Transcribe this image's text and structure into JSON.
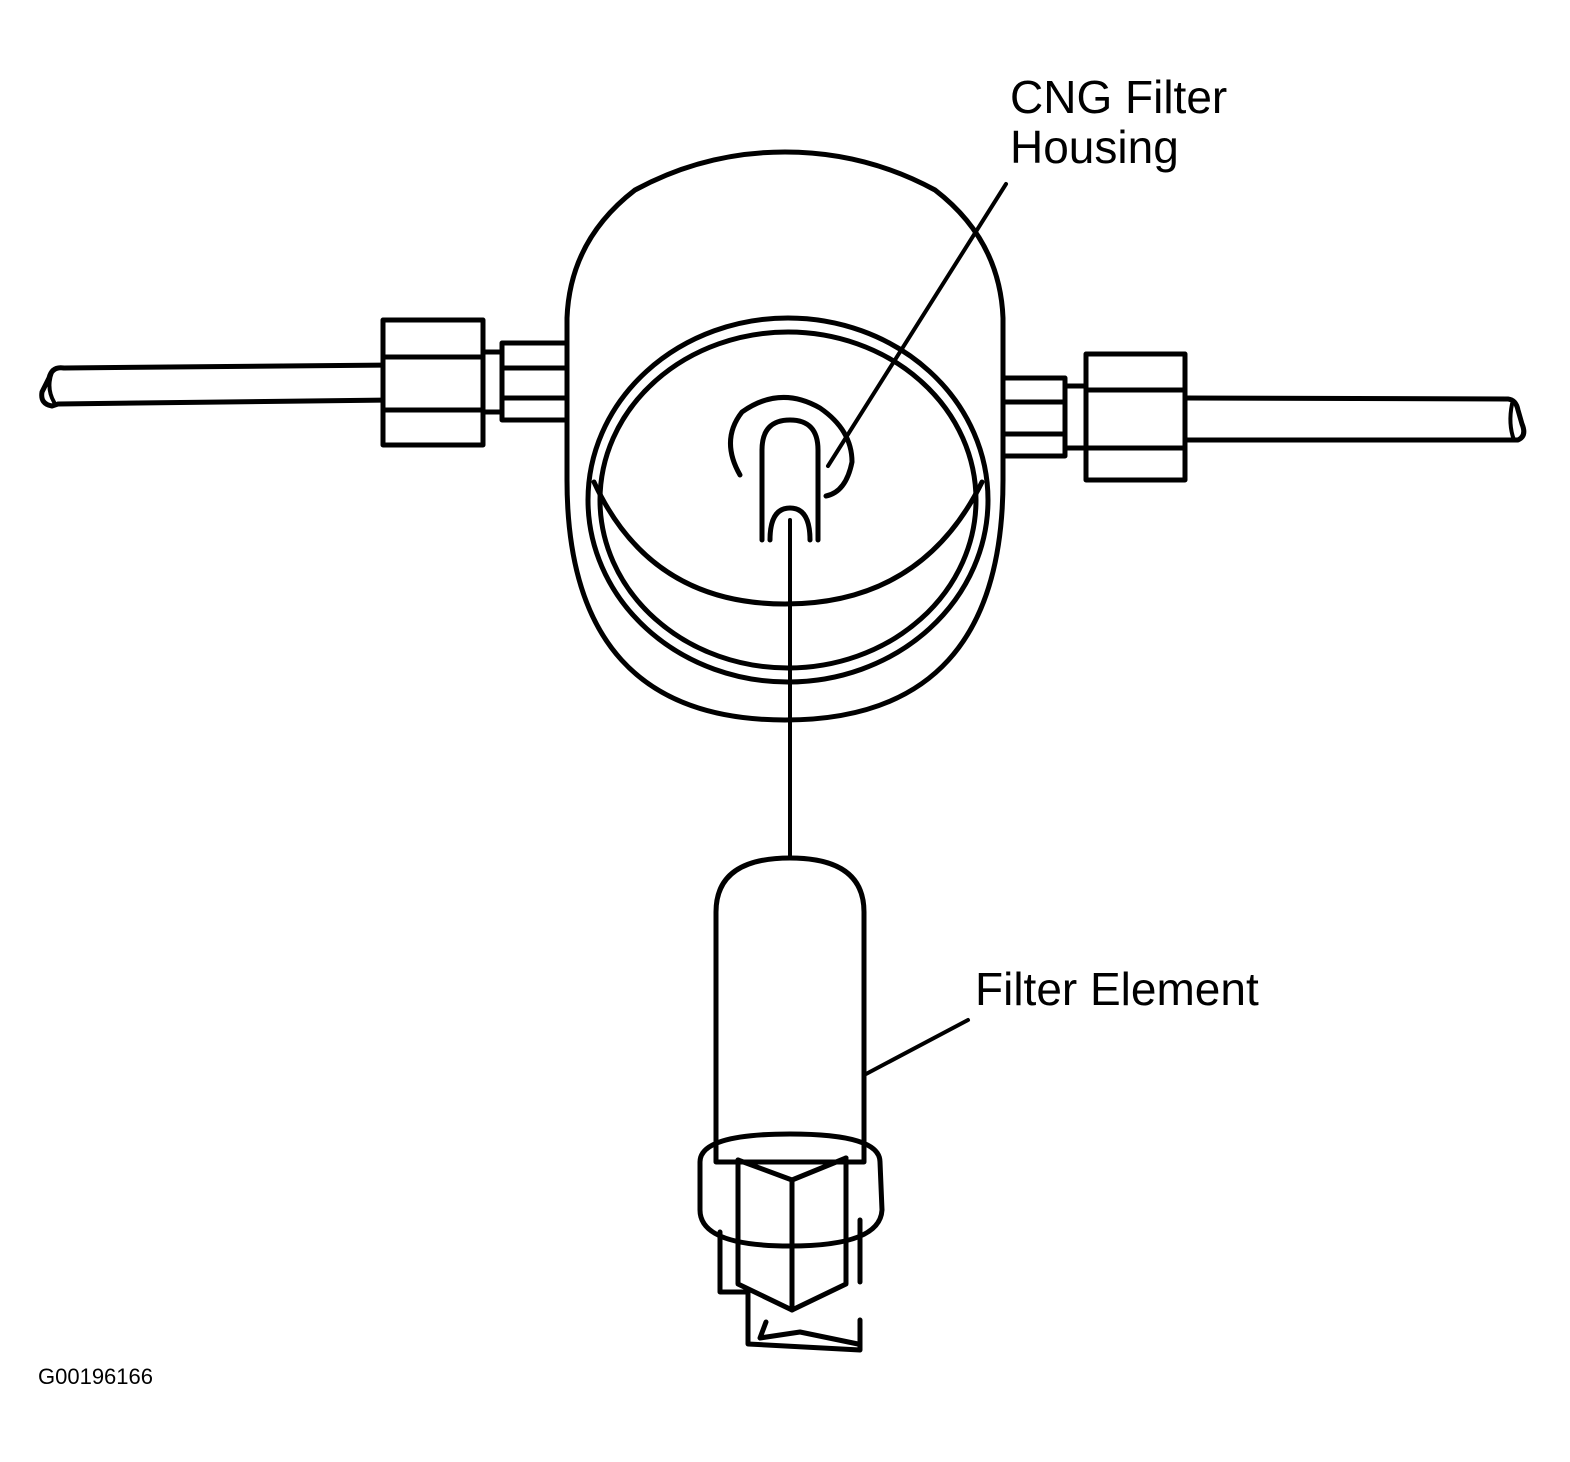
{
  "labels": {
    "housing_line1": "CNG Filter",
    "housing_line2": "Housing",
    "filter_element": "Filter Element"
  },
  "figure_id": "G00196166"
}
